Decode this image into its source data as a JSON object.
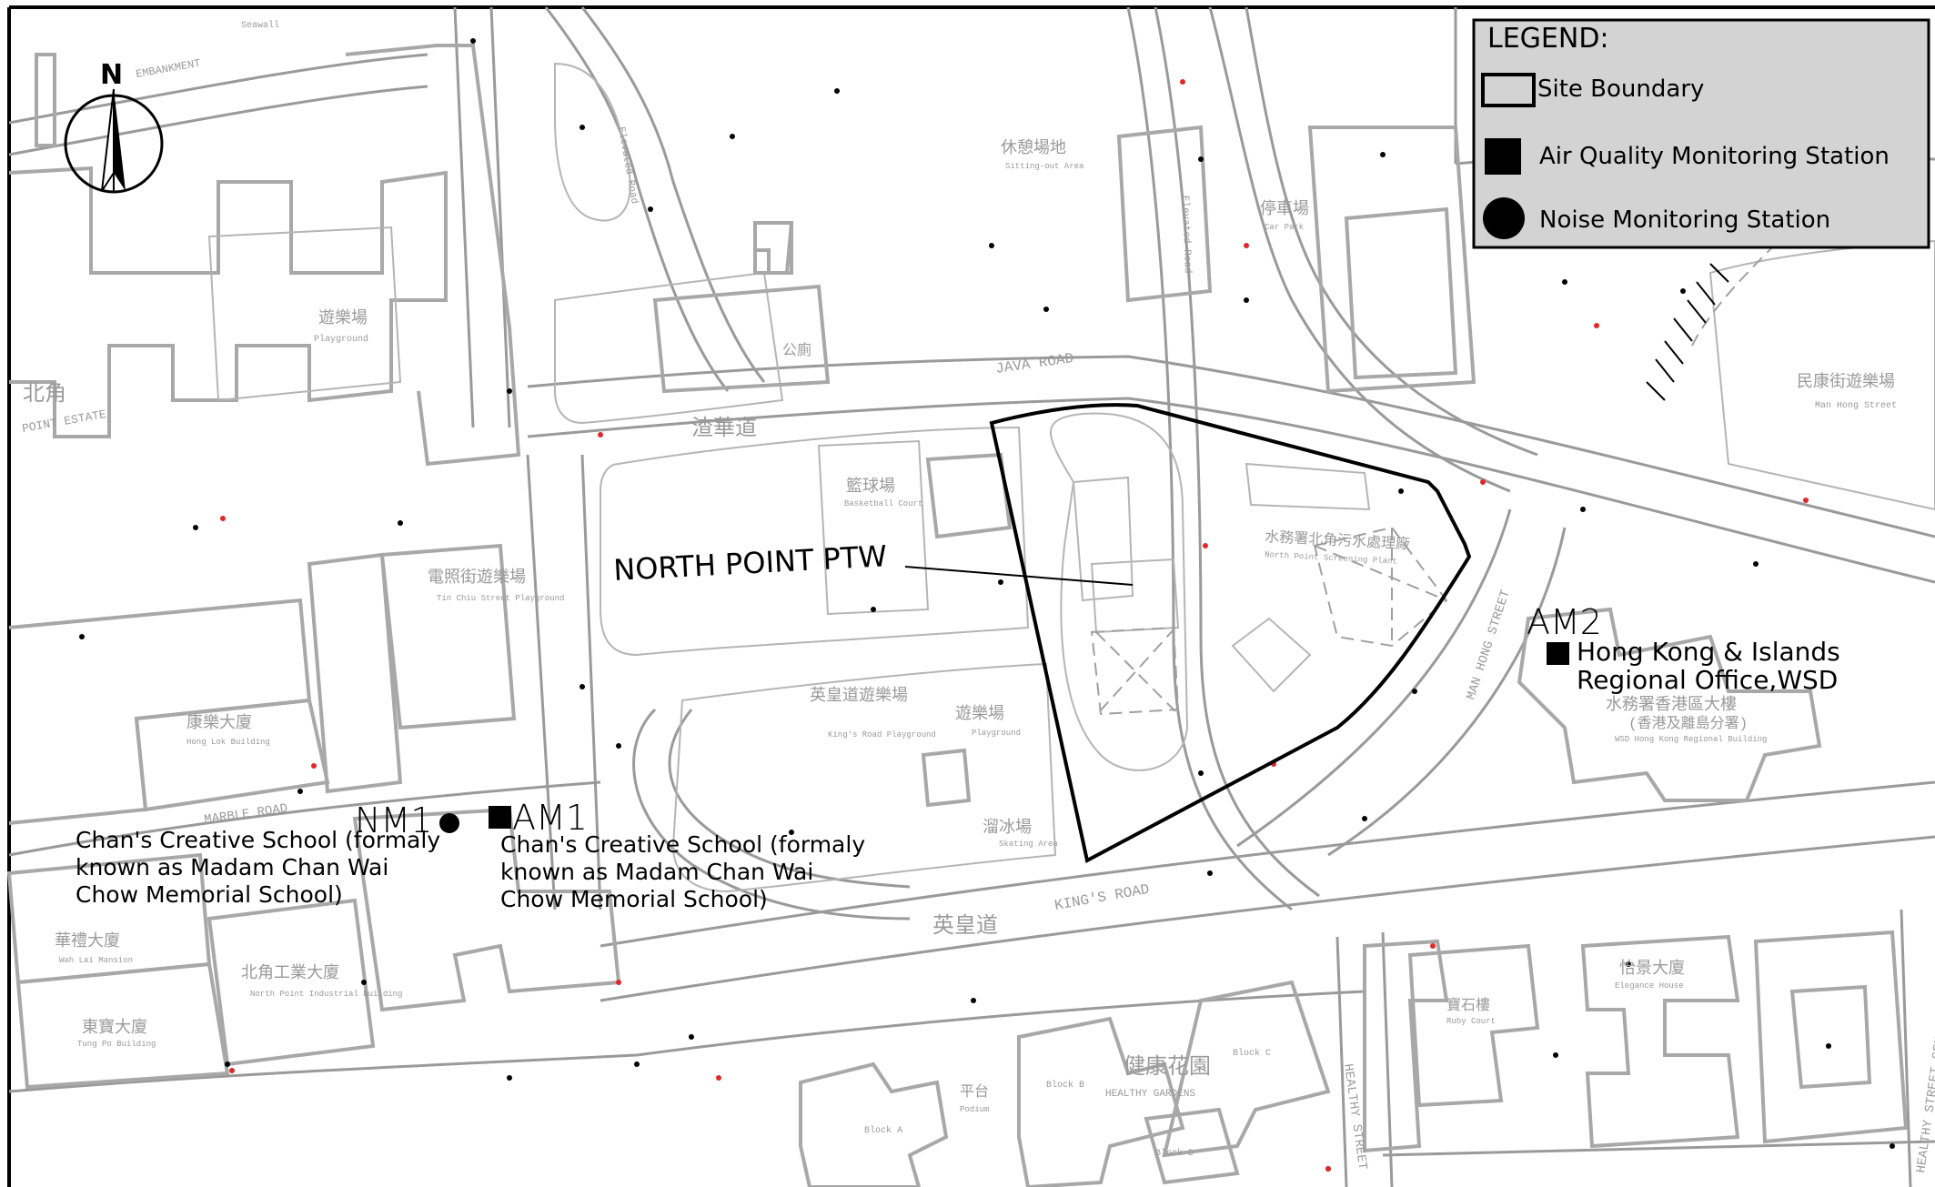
{
  "legend": {
    "title": "LEGEND:",
    "items": [
      {
        "symbol": "site-boundary",
        "label": "Site  Boundary"
      },
      {
        "symbol": "square",
        "label": "Air  Quality  Monitoring  Station"
      },
      {
        "symbol": "circle",
        "label": "Noise  Monitoring  Station"
      }
    ]
  },
  "north_arrow": {
    "label": "N"
  },
  "labels": {
    "site": "NORTH  POINT  PTW",
    "nm1": "NM1",
    "am1": "AM1",
    "am2": "AM2",
    "nm1_desc": [
      "Chan's Creative School (formaly",
      "known as Madam Chan Wai",
      "Chow Memorial School)"
    ],
    "am1_desc": [
      "Chan's Creative School (formaly",
      "known as Madam Chan Wai",
      "Chow Memorial School)"
    ],
    "am2_desc": [
      "Hong Kong & Islands",
      "Regional Office,WSD"
    ]
  },
  "streets": {
    "java_road": "JAVA   ROAD",
    "kings_road": "KING'S   ROAD",
    "marble_road": "MARBLE  ROAD",
    "man_hong_street": "MAN  HONG  STREET",
    "healthy_street": "HEALTHY  STREET",
    "healthy_street_central": "HEALTHY  STREET  CENTRAL",
    "embankment": "EMBANKMENT",
    "point_estate": "POINT ESTATE"
  },
  "chinese_labels": {
    "java_road_cn": "渣華道",
    "kings_road_cn": "英皇道",
    "north_point_cn": "北角",
    "playground_cn": "遊樂場",
    "playground_en": "Playground",
    "basketball_cn": "籃球場",
    "basketball_en": "Basketball Court",
    "tin_chiu_cn": "電照街遊樂場",
    "tin_chiu_en": "Tin Chiu Street Playground",
    "kings_road_pg_cn": "英皇道遊樂場",
    "kings_road_pg_en": "King's Road Playground",
    "skating_cn": "溜冰場",
    "skating_en": "Skating Area",
    "wsd_cn": "水務署香港區大樓",
    "wsd_cn2": "(香港及離島分署)",
    "wsd_en": "WSD Hong Kong Regional Building",
    "healthy_gardens_cn": "健康花園",
    "healthy_gardens_en": "HEALTHY GARDENS",
    "man_hong_pg_cn": "民康街遊樂場",
    "man_hong_pg_en": "Man Hong Street",
    "sitting_cn": "休憩場地",
    "sitting_en": "Sitting-out Area",
    "car_park_cn": "停車場",
    "car_park_en": "Car Park",
    "elegance_cn": "怡景大廈",
    "elegance_en": "Elegance House",
    "ruby_cn": "寶石樓",
    "ruby_en": "Ruby Court",
    "hong_lok_cn": "康樂大廈",
    "hong_lok_en": "Hong Lok Building",
    "wah_lai_cn": "華禮大廈",
    "wah_lai_en": "Wah Lai Mansion",
    "tung_po_cn": "東寶大廈",
    "tung_po_en": "Tung Po Building",
    "np_industrial_cn": "北角工業大廈",
    "np_industrial_en": "North Point Industrial Building",
    "elevated_road": "Elevated Road",
    "block_a": "Block A",
    "block_b": "Block B",
    "block_c": "Block C",
    "block_d": "Block D",
    "podium_cn": "平台",
    "podium_en": "Podium",
    "kwan_cn": "公廁",
    "seawall": "Seawall",
    "wsd_depot_cn": "水務署北角污水處理廠",
    "wsd_depot_en": "North Point Screening Plant"
  }
}
